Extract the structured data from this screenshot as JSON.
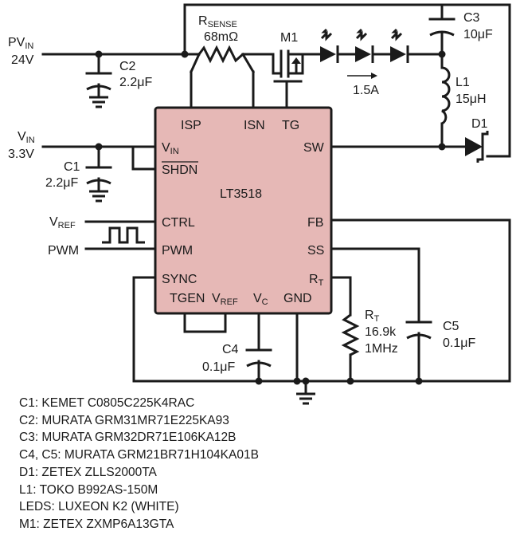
{
  "chip": {
    "name": "LT3518",
    "pins": {
      "isp": "ISP",
      "isn": "ISN",
      "tg": "TG",
      "vin_main": "V",
      "vin_sub": "IN",
      "shdn": "SHDN",
      "sw": "SW",
      "ctrl": "CTRL",
      "fb": "FB",
      "pwm": "PWM",
      "ss": "SS",
      "sync": "SYNC",
      "rt_main": "R",
      "rt_sub": "T",
      "tgen": "TGEN",
      "vref_main": "V",
      "vref_sub": "REF",
      "vc_main": "V",
      "vc_sub": "C",
      "gnd": "GND"
    }
  },
  "inputs": {
    "pvin_main": "PV",
    "pvin_sub": "IN",
    "pvin_value": "24V",
    "vin_main": "V",
    "vin_sub": "IN",
    "vin_value": "3.3V",
    "vref_main": "V",
    "vref_sub": "REF",
    "pwm": "PWM"
  },
  "components": {
    "rsense_main": "R",
    "rsense_sub": "SENSE",
    "rsense_value": "68mΩ",
    "m1": "M1",
    "c2_name": "C2",
    "c2_value": "2.2μF",
    "c1_name": "C1",
    "c1_value": "2.2μF",
    "c3_name": "C3",
    "c3_value": "10μF",
    "l1_name": "L1",
    "l1_value": "15μH",
    "d1_name": "D1",
    "current": "1.5A",
    "c4_name": "C4",
    "c4_value": "0.1μF",
    "c5_name": "C5",
    "c5_value": "0.1μF",
    "rt_main": "R",
    "rt_sub": "T",
    "rt_value": "16.9k",
    "rt_freq": "1MHz"
  },
  "bom": [
    "C1: KEMET C0805C225K4RAC",
    "C2: MURATA GRM31MR71E225KA93",
    "C3: MURATA GRM32DR71E106KA12B",
    "C4, C5: MURATA GRM21BR71H104KA01B",
    "D1: ZETEX ZLLS2000TA",
    "L1: TOKO B992AS-150M",
    "LEDS: LUXEON K2 (WHITE)",
    "M1: ZETEX ZXMP6A13GTA"
  ]
}
